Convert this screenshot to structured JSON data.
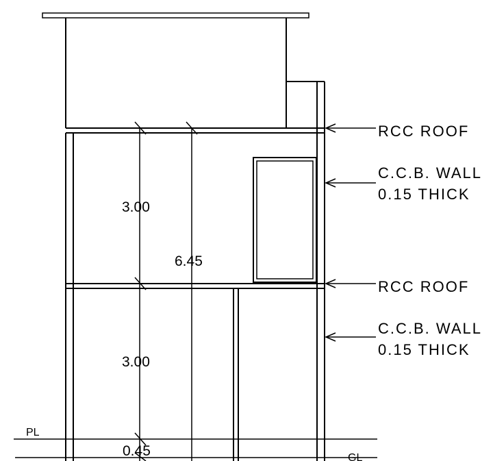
{
  "drawing": {
    "labels": {
      "roof_upper": "RCC ROOF",
      "wall_upper_line1": "C.C.B. WALL",
      "wall_upper_line2": "0.15 THICK",
      "roof_lower": "RCC ROOF",
      "wall_lower_line1": "C.C.B. WALL",
      "wall_lower_line2": "0.15 THICK",
      "plinth_level": "PL",
      "ground_level": "GL"
    },
    "dimensions": {
      "upper_floor": "3.00",
      "lower_floor": "3.00",
      "plinth": "0.45",
      "total": "6.45"
    }
  }
}
